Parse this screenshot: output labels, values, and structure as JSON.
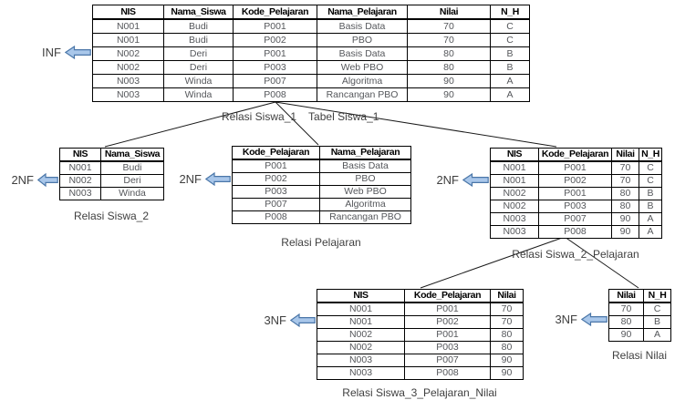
{
  "diagram_title": "Database normalization of student grade relations (INF / 2NF / 3NF)",
  "labels": {
    "nf1": "INF",
    "nf2": "2NF",
    "nf3": "3NF"
  },
  "colors": {
    "arrow_fill": "#a9c7ea",
    "arrow_stroke": "#4a76a8",
    "line": "#1a1a1a",
    "header_text": "#000000",
    "data_text": "#55575b",
    "caption_text": "#3f3f3f"
  },
  "tables": {
    "siswa_1": {
      "headers": [
        "NIS",
        "Nama_Siswa",
        "Kode_Pelajaran",
        "Nama_Pelajaran",
        "Nilai",
        "N_H"
      ],
      "rows": [
        [
          "N001",
          "Budi",
          "P001",
          "Basis Data",
          "70",
          "C"
        ],
        [
          "N001",
          "Budi",
          "P002",
          "PBO",
          "70",
          "C"
        ],
        [
          "N002",
          "Deri",
          "P001",
          "Basis Data",
          "80",
          "B"
        ],
        [
          "N002",
          "Deri",
          "P003",
          "Web PBO",
          "80",
          "B"
        ],
        [
          "N003",
          "Winda",
          "P007",
          "Algoritma",
          "90",
          "A"
        ],
        [
          "N003",
          "Winda",
          "P008",
          "Rancangan PBO",
          "90",
          "A"
        ]
      ],
      "caption_parts": [
        "Relasi Siswa_1",
        "Tabel Siswa_1"
      ],
      "nf_label": "INF"
    },
    "siswa_2": {
      "headers": [
        "NIS",
        "Nama_Siswa"
      ],
      "rows": [
        [
          "N001",
          "Budi"
        ],
        [
          "N002",
          "Deri"
        ],
        [
          "N003",
          "Winda"
        ]
      ],
      "caption": "Relasi Siswa_2",
      "nf_label": "2NF"
    },
    "pelajaran": {
      "headers": [
        "Kode_Pelajaran",
        "Nama_Pelajaran"
      ],
      "rows": [
        [
          "P001",
          "Basis Data"
        ],
        [
          "P002",
          "PBO"
        ],
        [
          "P003",
          "Web PBO"
        ],
        [
          "P007",
          "Algoritma"
        ],
        [
          "P008",
          "Rancangan PBO"
        ]
      ],
      "caption": "Relasi Pelajaran",
      "nf_label": "2NF"
    },
    "siswa_2_pelajaran": {
      "headers": [
        "NIS",
        "Kode_Pelajaran",
        "Nilai",
        "N_H"
      ],
      "rows": [
        [
          "N001",
          "P001",
          "70",
          "C"
        ],
        [
          "N001",
          "P002",
          "70",
          "C"
        ],
        [
          "N002",
          "P001",
          "80",
          "B"
        ],
        [
          "N002",
          "P003",
          "80",
          "B"
        ],
        [
          "N003",
          "P007",
          "90",
          "A"
        ],
        [
          "N003",
          "P008",
          "90",
          "A"
        ]
      ],
      "caption": "Relasi Siswa_2_Pelajaran",
      "nf_label": "2NF"
    },
    "siswa_3_pelajaran_nilai": {
      "headers": [
        "NIS",
        "Kode_Pelajaran",
        "Nilai"
      ],
      "rows": [
        [
          "N001",
          "P001",
          "70"
        ],
        [
          "N001",
          "P002",
          "70"
        ],
        [
          "N002",
          "P001",
          "80"
        ],
        [
          "N002",
          "P003",
          "80"
        ],
        [
          "N003",
          "P007",
          "90"
        ],
        [
          "N003",
          "P008",
          "90"
        ]
      ],
      "caption": "Relasi Siswa_3_Pelajaran_Nilai",
      "nf_label": "3NF"
    },
    "nilai": {
      "headers": [
        "Nilai",
        "N_H"
      ],
      "rows": [
        [
          "70",
          "C"
        ],
        [
          "80",
          "B"
        ],
        [
          "90",
          "A"
        ]
      ],
      "caption": "Relasi Nilai",
      "nf_label": "3NF"
    }
  }
}
